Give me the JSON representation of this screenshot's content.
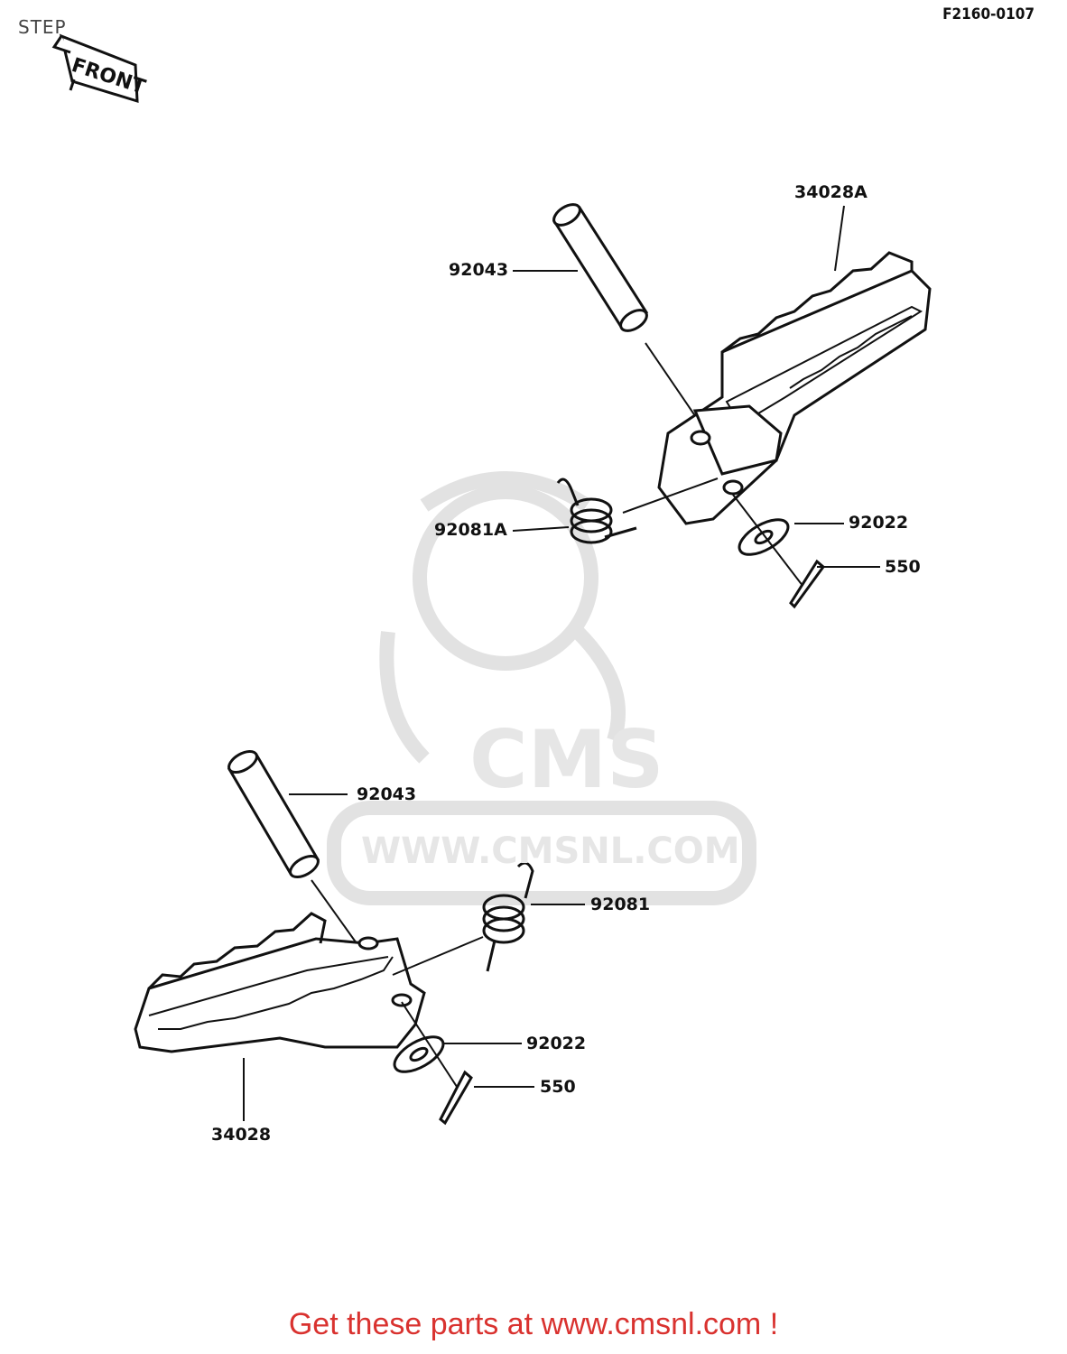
{
  "header": {
    "title": "STEP",
    "diagram_code": "F2160-0107"
  },
  "front_marker": {
    "label": "FRONT"
  },
  "parts": {
    "upper": {
      "step": "34028A",
      "pin": "92043",
      "spring": "92081A",
      "washer": "92022",
      "cotter_pin": "550"
    },
    "lower": {
      "step": "34028",
      "pin": "92043",
      "spring": "92081",
      "washer": "92022",
      "cotter_pin": "550"
    }
  },
  "watermark": {
    "brand": "CMS",
    "url": "WWW.CMSNL.COM"
  },
  "footer": {
    "link_text": "Get these parts at www.cmsnl.com !"
  },
  "colors": {
    "line": "#111111",
    "watermark": "#e4e4e4",
    "footer_link": "#d9322f"
  }
}
